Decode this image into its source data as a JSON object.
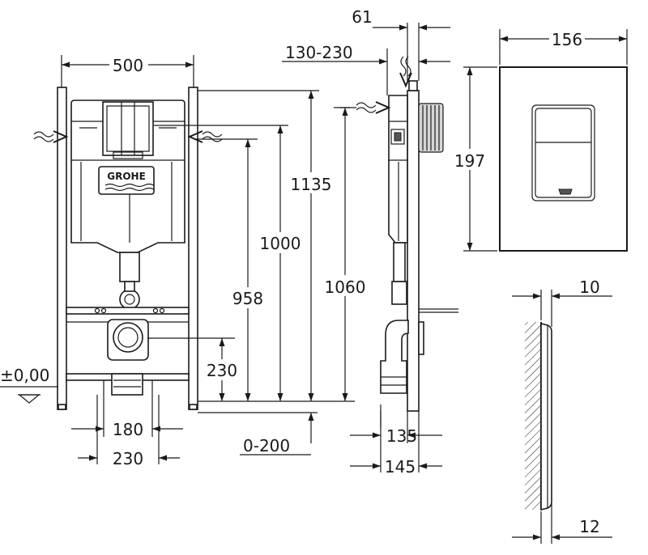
{
  "front_view": {
    "width": "500",
    "level": "±0,00",
    "h_958": "958",
    "h_1000": "1000",
    "h_1135": "1135",
    "h_230": "230",
    "w_180": "180",
    "w_230": "230",
    "adj_0_200": "0-200",
    "logo": "GROHE"
  },
  "side_view": {
    "top_61": "61",
    "range_130_230": "130-230",
    "h_1060": "1060",
    "d_135": "135",
    "d_145": "145"
  },
  "plate_view": {
    "width": "156",
    "height": "197"
  },
  "plate_side": {
    "t_10": "10",
    "t_12": "12"
  }
}
